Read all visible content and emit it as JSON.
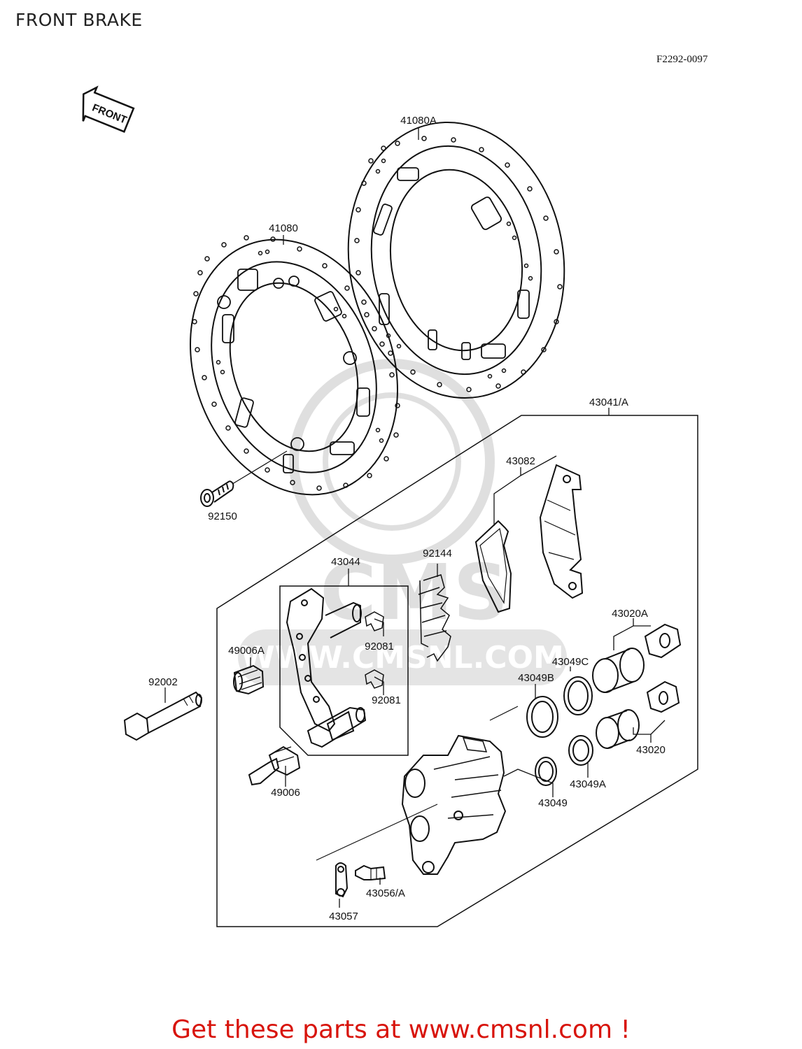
{
  "page": {
    "title": "FRONT BRAKE",
    "figure_code": "F2292-0097",
    "front_arrow_text": "FRONT",
    "footer_link": "Get these parts at www.cmsnl.com !",
    "watermark_text": "CMS",
    "watermark_url": "WWW.CMSNL.COM"
  },
  "colors": {
    "line": "#111111",
    "footer": "#d8140c",
    "watermark": "#dcdcdc"
  },
  "parts": {
    "p41080A": "41080A",
    "p41080": "41080",
    "p43041A": "43041/A",
    "p43082": "43082",
    "p92150": "92150",
    "p92144": "92144",
    "p43044": "43044",
    "p43020A": "43020A",
    "p49006A": "49006A",
    "p92081a": "92081",
    "p43049C": "43049C",
    "p92002": "92002",
    "p43049B": "43049B",
    "p92081b": "92081",
    "p43020": "43020",
    "p49006": "49006",
    "p43049A": "43049A",
    "p43049": "43049",
    "p43056A": "43056/A",
    "p43057": "43057"
  }
}
